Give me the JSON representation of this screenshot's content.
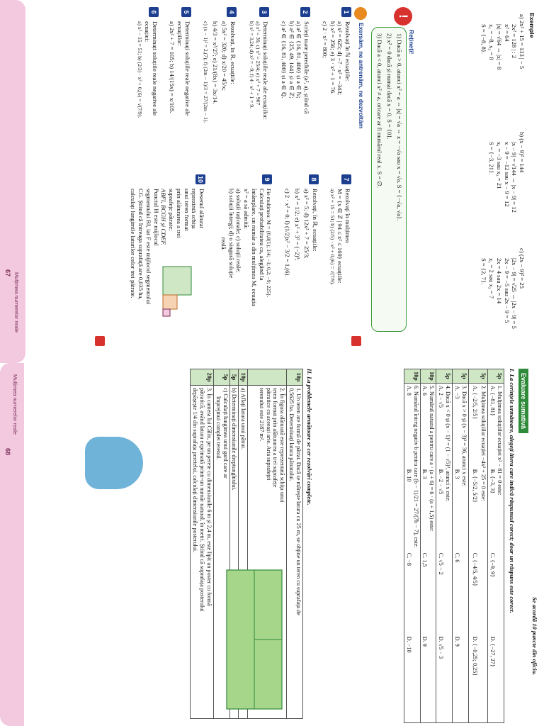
{
  "left_page": {
    "examples_title": "Exemple",
    "ex_a": [
      "a)   2x² + 15 = 133 | − 5",
      "2x² = 128 | : 2",
      "x² = 64",
      "|x| = √64 ⇔ |x| = 8",
      "x₁ = −8,  x₂ = 8",
      "S = {−8, 8}."
    ],
    "ex_b": [
      "b)   (x − 9)² = 144",
      "|x − 9| = √144 ⇔ |x − 9| = 12",
      "x − 9 = −12 sau x − 9 = 12",
      "x₁ = −3 sau x₂ = 21",
      "S = {−3, 21}."
    ],
    "ex_c": [
      "c)   (2x − 9)² = 25",
      "|2x − 9| = √25 ⇔ |2x − 9| = 5",
      "2x − 9 = −5 sau 2x − 9 = 5",
      "2x = 4 sau 2x = 14",
      "x₁ = 2 sau x₂ = 7",
      "S = {2, 7}."
    ],
    "remember_title": "Rețineți!",
    "remember": [
      "1) Dacă a > 0, atunci x² = a ⇔ |x| = √a ⇔ x = −√a sau x = √a.  S = {−√a, √a}.",
      "2) x² = 0 dacă și numai dacă x = 0.  S = {0}.",
      "3) Dacă a < 0, atunci x² ≠ a, oricare ar fi numărul real x. S = ∅."
    ],
    "exercise_header": "Exersăm, ne antrenăm, ne dezvoltăm",
    "exercises_col1": [
      {
        "n": "1",
        "lines": [
          "Rezolvați în ℕ ecuațiile:",
          "a) x² = 625;        d) −7 · x² = −343;",
          "b) x² = 256;        e) 3 · x² + 1 = 76.",
          "c) 2 · x² = 800;"
        ]
      },
      {
        "n": "2",
        "lines": [
          "Scrieți toate perechile (a², a), știind că",
          "a) a² ∈ {16, 81, 400} și a ∈ ℕ;",
          "b) a² ∈ {25, 49, 144} și a ∈ ℤ;",
          "c) a² ∈ {16, 81, 400} și a ∈ ℚ."
        ]
      },
      {
        "n": "3",
        "lines": [
          "Determinați soluțiile reale ale ecuațiilor:",
          "a) x² = 36;    c) x² = 25/4;    e) x² + 7 = 907",
          "b) x² = 3,24;   d) x² = −9;   f) 4 · x² + 1 = 9."
        ]
      },
      {
        "n": "4",
        "lines": [
          "Rezolvați, în ℝ, ecuațiile:",
          "a) 5x² = 320;         d) x/20 = 45/x;",
          "b) 4/3 = x²/27;   e) 21/(8x) = 3x/14.",
          "c) (x − 1)² = 2,(7);   f) (2m − 1)/3 = 27/(2m − 1)."
        ]
      },
      {
        "n": "5",
        "lines": [
          "Determinați soluțiile reale negative ale",
          "ecuațiilor:",
          "a) 2x² + 7 = 105;    b) 14/(15x) = x/105."
        ]
      },
      {
        "n": "6",
        "lines": [
          "Determinați soluțiile reale negative ale",
          "ecuației:",
          "a) x² − 15 = 51;   b) (2/3) · x² + 0,(6) = √(7/9)."
        ]
      }
    ],
    "exercises_col2": [
      {
        "n": "7",
        "lines": [
          "Rezolvați în mulțimea",
          "M = {x ∈ ℤ | 94 ≤ x² ≤ 169} ecuațiile:",
          "a) x² + 15 = 51;     b) (2/5) · x² + 0,(6) = √(7/9)."
        ]
      },
      {
        "n": "8",
        "lines": [
          "Rezolvați, în ℝ, ecuațiile:",
          "a) x² = 5;          d) 12x² + 7 = 25/3;",
          "b) x² = 1/2;       e) x² + 3² = (−2)³;",
          "c) 2 · x² = 0;     f) (1/2)x² − 3/2 = 1,(6)."
        ]
      },
      {
        "n": "9",
        "lines": [
          "Fie mulțimea:  M = {0,8(1); 1/4; −1; 0,2; −9; 225}.",
          "Calculați probabilitatea ca, alegând la",
          "întâmplare, un număr a din mulțimea M, ecuația",
          "x² = a să admită:",
          "a) soluții raționale;    c) soluții reale;",
          "b) soluții întregi;       d) o singură soluție",
          "                                reală."
        ]
      },
      {
        "n": "10",
        "lines": [
          "Desenul alăturat",
          "reprezintă schița",
          "unui teren format",
          "prin alăturarea a trei",
          "suprafețe pătrate:",
          "ABFI, BCGH și CDEF.",
          "Punctul H este mijlocul",
          "segmentului BI, iar F este mijlocul segmentului",
          "CG. Știind că întreaga suprafață are 0,035 ha,",
          "calculați lungimile laturilor celor trei pătrate."
        ]
      }
    ],
    "tab_label": "Mulțimea numerelor reale",
    "page_number": "67"
  },
  "right_page": {
    "tab_label": "Mulțimea numerelor reale",
    "page_number": "68",
    "section_title": "Evaluare sumativă",
    "office_points": "Se acordă 10 puncte din oficiu.",
    "part1_header": "I.   La cerințele următoare, alegeți litera care indică răspunsul corect; doar un răspuns este corect.",
    "part1": [
      {
        "pts": "5p",
        "q": "1. Mulțimea soluțiilor ecuației x² − 81 = 0 este:",
        "opts": [
          "A. {−81, 81}",
          "B. {−3, 3}",
          "C. {−9, 9}",
          "D. {−27, 27}"
        ]
      },
      {
        "pts": "5p",
        "q": "2. Mulțimea soluțiilor ecuației −4x² + 25 = 0 este:",
        "opts": [
          "A. {−2/5, 2/5}",
          "B. {−5/2, 5/2}",
          "C. {−4/5, 4/5}",
          "D. {−0,25; 0,25}"
        ]
      },
      {
        "pts": "5p",
        "q": "3. Dacă x > 0 și (x − 3)² = 36, atunci x este:",
        "opts": [
          "A. −3",
          "B. 3",
          "C. 6",
          "D. 9"
        ]
      },
      {
        "pts": "5p",
        "q": "4. Dacă x < 0 și (x − 1)² = (1 − √5)², atunci x este:",
        "opts": [
          "A. 2 − √5",
          "B. −2 − √5",
          "C. √5 − 2",
          "D. √5 − 3"
        ]
      },
      {
        "pts": "10p",
        "q": "5. Numărul natural a pentru care a · (a + 6) = 6 · (a + 1,5) este:",
        "opts": [
          "A. 6",
          "B. 3",
          "C. 1,5",
          "D. 9"
        ]
      },
      {
        "pts": "10p",
        "q": "6. Numărul întreg negativ b pentru care (b − 1)/21 = 27/(7b − 7), este:",
        "opts": [
          "A. 8",
          "B. 10",
          "C. −8",
          "D. −10"
        ]
      }
    ],
    "part2_header": "II.   La problemele următoare se cer rezolvări complete.",
    "part2": [
      {
        "pts": "10p",
        "lines": [
          "1. Un teren are formă de pătrat. Dacă se mărește latura cu 25 m, se obține un teren cu suprafața de",
          "0,5625 ha. Determinați latura pătratului."
        ]
      },
      {
        "pts": "",
        "lines": [
          "2. În figura alăturată este reprezentată schița unui",
          "teren format prin alăturarea a trei suprafețe",
          "pătratice cu aceeași arie. Aria suprafeței",
          "terenului este 2187 m²."
        ]
      },
      {
        "pts": "10p",
        "lines": [
          "a) Aflați latura unui pătrat."
        ]
      },
      {
        "pts": "5p",
        "lines": [
          "b) Determinați dimensiunile dreptunghiului."
        ]
      },
      {
        "pts": "5p",
        "lines": [
          "c) Calculați lungimea unui gard care ar",
          "împrejmui complet terenul."
        ]
      },
      {
        "pts": "20p",
        "lines": [
          "3. În camera lui Călin, pe un perete cu dimensiunile 6 m și 2,4 m, este lipit un poster cu formă",
          "pătratică, având latura exprimată printr-un număr natural, în metri. Știind că suprafața posterului",
          "depășește 1/4 din suprafața peretelui, calculați dimensiunile posterului."
        ]
      }
    ]
  },
  "colors": {
    "accent_blue": "#1c3f8f",
    "accent_green": "#2f8a3a",
    "tab_pink": "#f2c9df",
    "pts_green": "#cfe7c4"
  }
}
